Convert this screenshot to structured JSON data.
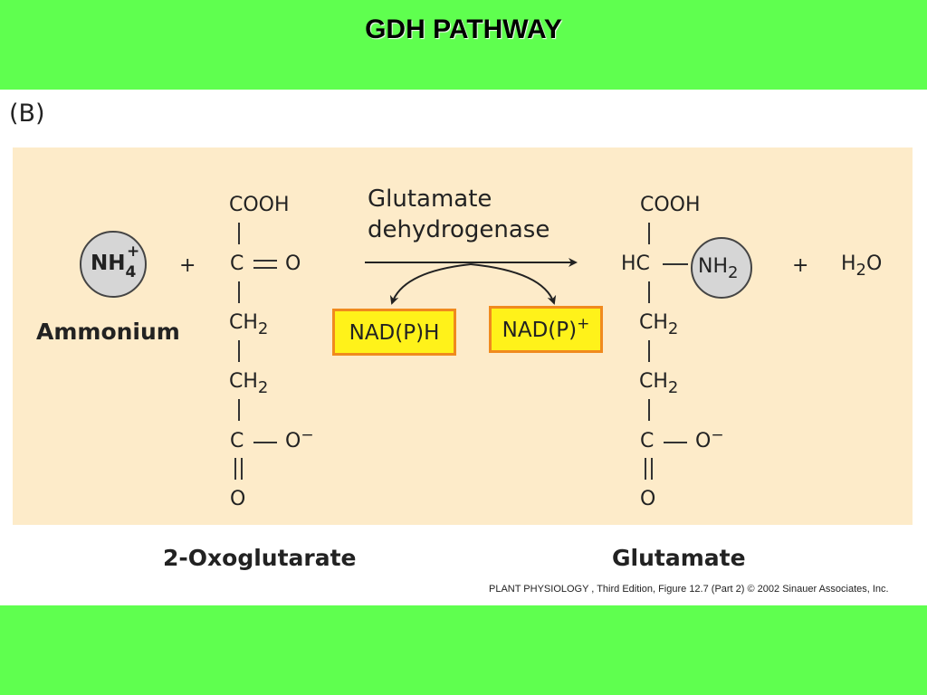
{
  "title": "GDH PATHWAY",
  "panel_label": "(B)",
  "enzyme": {
    "line1": "Glutamate",
    "line2": "dehydrogenase"
  },
  "cofactors": {
    "reduced": "NAD(P)H",
    "oxidized_base": "NAD(P)",
    "oxidized_charge": "+"
  },
  "ammonium": {
    "base": "NH",
    "sub": "4",
    "sup": "+",
    "label": "Ammonium"
  },
  "plus": "+",
  "substrate": {
    "label": "2-Oxoglutarate",
    "cooh": "COOH",
    "c": "C",
    "o": "O",
    "ch": "CH",
    "two": "2",
    "o_minus": "O",
    "minus": "−"
  },
  "product": {
    "label": "Glutamate",
    "cooh": "COOH",
    "hc": "HC",
    "nh": "NH",
    "two": "2",
    "ch": "CH",
    "c": "C",
    "o": "O",
    "o_minus": "O",
    "minus": "−"
  },
  "water": {
    "h": "H",
    "sub": "2",
    "o": "O"
  },
  "credit": "PLANT PHYSIOLOGY , Third Edition, Figure 12.7 (Part 2)  © 2002 Sinauer Associates, Inc."
}
